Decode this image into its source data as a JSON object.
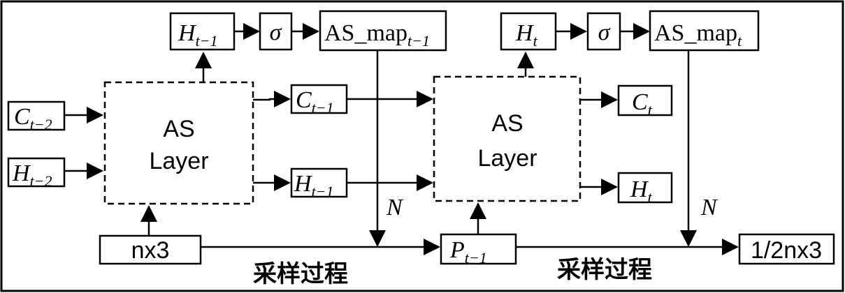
{
  "layer_label_line1": "AS",
  "layer_label_line2": "Layer",
  "input_c": {
    "main": "C",
    "sub": "t−2"
  },
  "input_h": {
    "main": "H",
    "sub": "t−2"
  },
  "h_prev": {
    "main": "H",
    "sub": "t−1"
  },
  "c_prev": {
    "main": "C",
    "sub": "t−1"
  },
  "h_prev_mid": {
    "main": "H",
    "sub": "t−1"
  },
  "sigma": "σ",
  "as_map_prev": {
    "main": "AS_map",
    "sub": "t−1"
  },
  "h_cur": {
    "main": "H",
    "sub": "t"
  },
  "as_map_cur": {
    "main": "AS_map",
    "sub": "t"
  },
  "c_out": {
    "main": "C",
    "sub": "t"
  },
  "h_out": {
    "main": "H",
    "sub": "t"
  },
  "points_in": "nx3",
  "p_prev": {
    "main": "P",
    "sub": "t−1"
  },
  "points_out": "1/2nx3",
  "n_label": "N",
  "sampling_label": "采样过程"
}
